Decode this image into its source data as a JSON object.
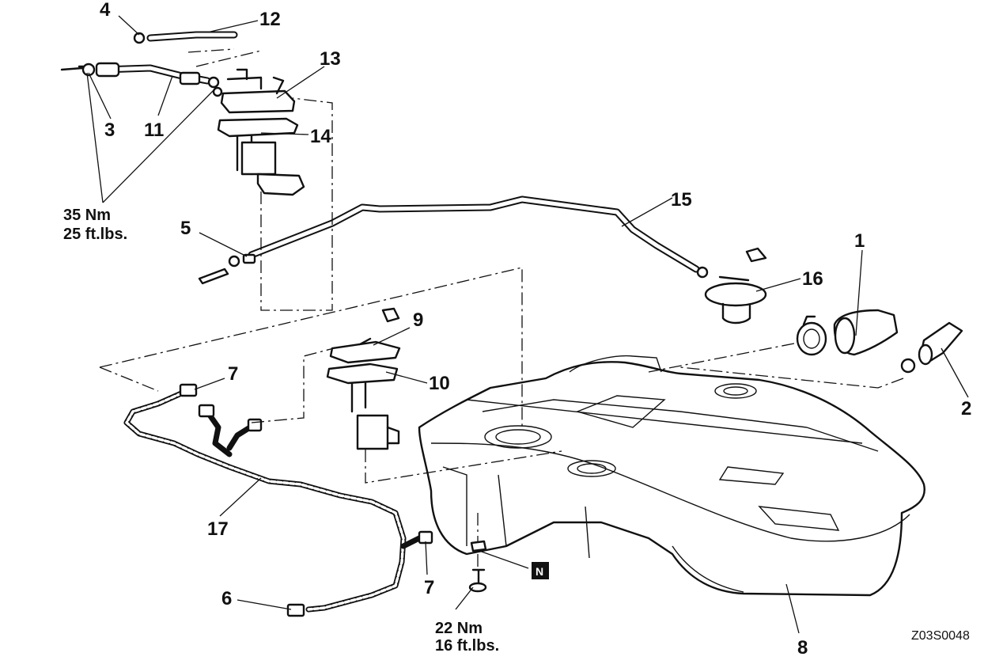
{
  "callouts": [
    "1",
    "2",
    "3",
    "4",
    "5",
    "6",
    "7",
    "7",
    "8",
    "9",
    "10",
    "11",
    "12",
    "13",
    "14",
    "15",
    "16",
    "17"
  ],
  "torque_upper": {
    "value": "35 Nm",
    "imperial": "25 ft.lbs."
  },
  "torque_lower": {
    "value": "22 Nm",
    "imperial": "16 ft.lbs."
  },
  "badge": "N",
  "figure_code": "Z03S0048"
}
